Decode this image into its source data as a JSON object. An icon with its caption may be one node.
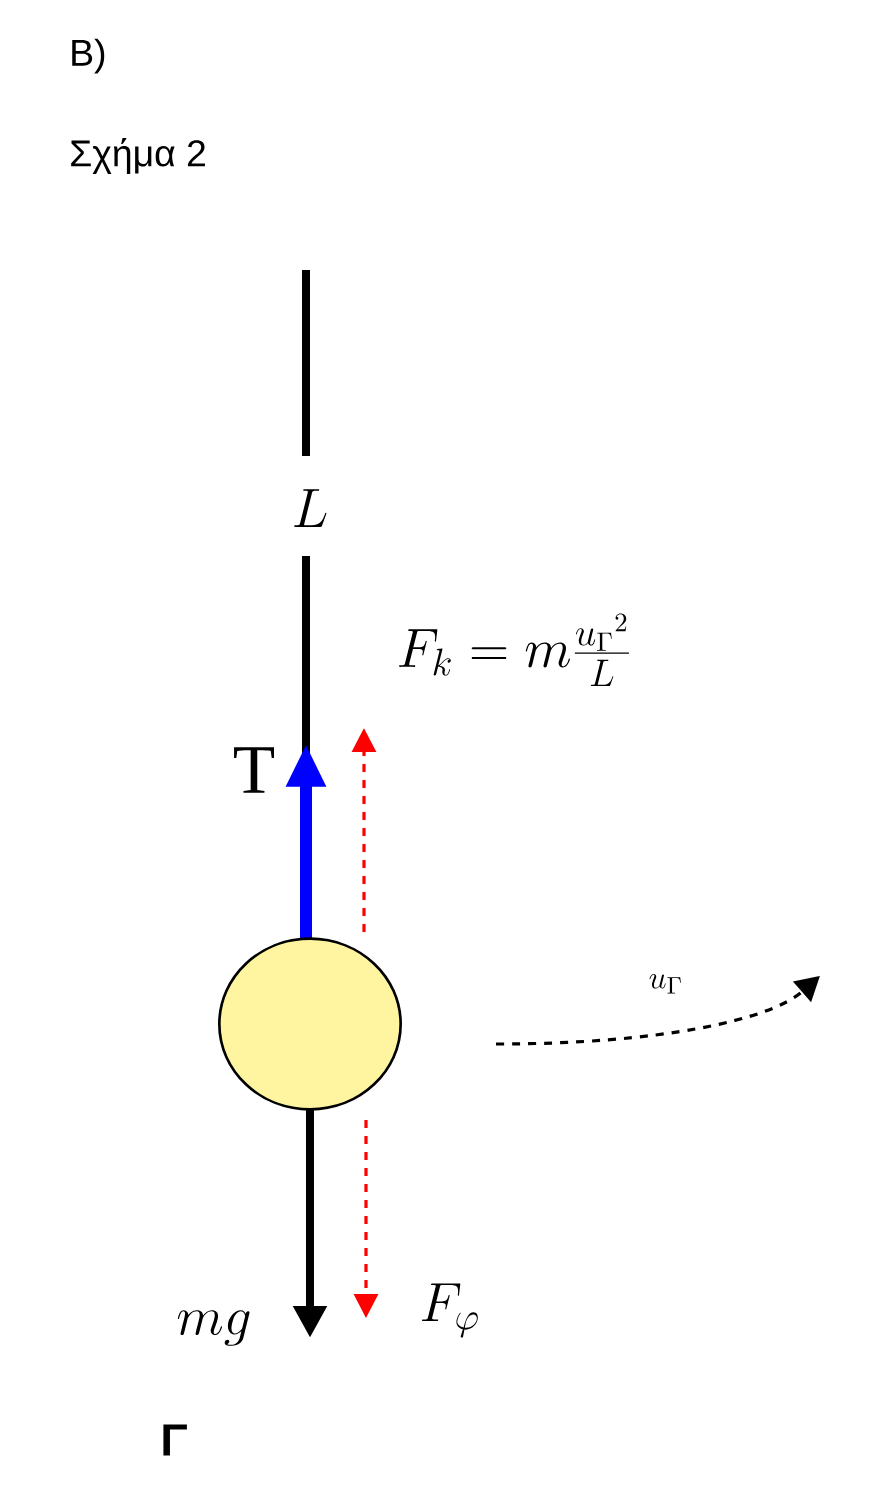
{
  "diagram": {
    "nodes": [
      {
        "text": [],
        "shape": "circle"
      }
    ],
    "labels": [
      "B)",
      "Σχήμα 2",
      "L",
      "T",
      "F_k = m\\frac{{u_\\Gamma}^2}{L}",
      "u_\\Gamma",
      "mg",
      "F_\\varphi",
      "Γ"
    ]
  }
}
